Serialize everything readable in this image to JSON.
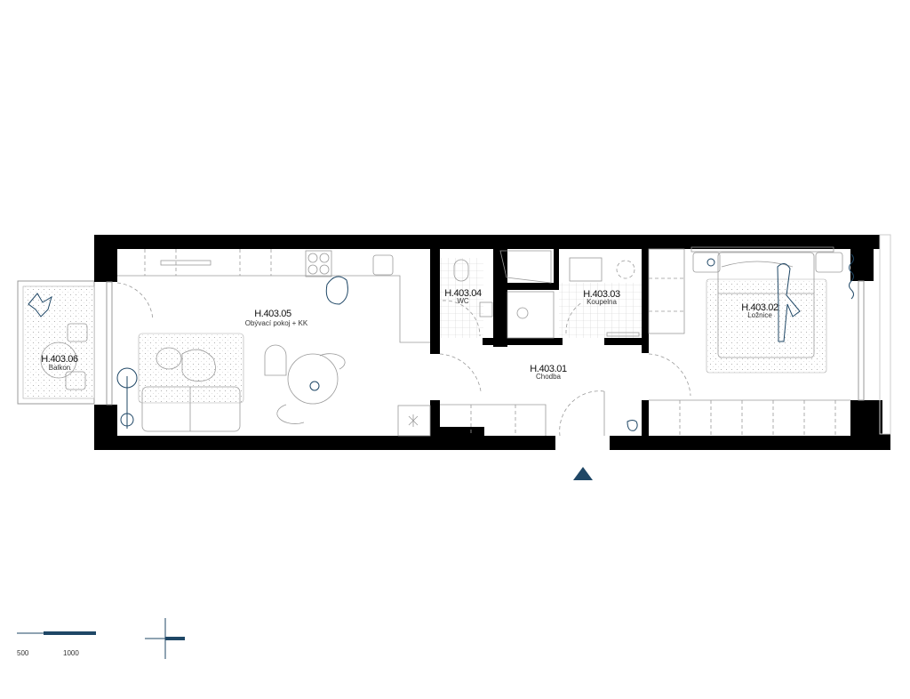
{
  "rooms": [
    {
      "code": "H.403.05",
      "name": "Obývací pokoj + KK"
    },
    {
      "code": "H.403.06",
      "name": "Balkon"
    },
    {
      "code": "H.403.04",
      "name": "WC"
    },
    {
      "code": "H.403.03",
      "name": "Koupelna"
    },
    {
      "code": "H.403.01",
      "name": "Chodba"
    },
    {
      "code": "H.403.02",
      "name": "Ložnice"
    }
  ],
  "scale_bar": {
    "label_a": "500",
    "label_b": "1000"
  },
  "colors": {
    "accent": "#1f4766",
    "wall": "#000000"
  },
  "icons": [
    "entrance-arrow-icon",
    "north-cross-icon"
  ]
}
